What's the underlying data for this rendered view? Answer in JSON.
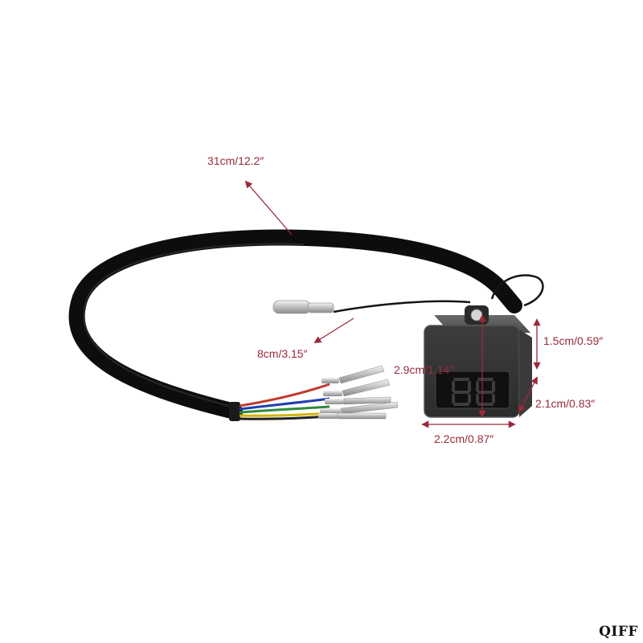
{
  "dimensions": {
    "cable_length": "31cm/12.2″",
    "lead_length": "8cm/3.15″",
    "height": "2.9cm/1.14″",
    "depth_top": "1.5cm/0.59″",
    "depth_side": "2.1cm/0.83″",
    "width": "2.2cm/0.87″"
  },
  "brand": "QIFF",
  "colors": {
    "annotation": "#9a2a3a",
    "cable": "#0d0d0d",
    "housing": "#4a4a4a",
    "wires": [
      "#c0392b",
      "#1f3fb0",
      "#2e8b3c",
      "#d4b400",
      "#222222"
    ]
  }
}
